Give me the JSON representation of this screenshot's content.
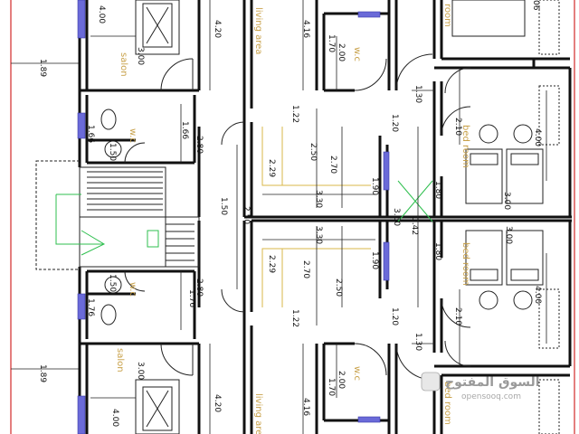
{
  "rooms": {
    "living_top": "living area",
    "living_bottom": "living area",
    "salon_top": "salon",
    "salon_bottom": "salon",
    "wc_top_left": "w.c",
    "wc_bottom_left": "w.c",
    "wc_top_mid": "w.c",
    "wc_bottom_mid": "w.c",
    "room_top": "room",
    "bedroom_mid_upper": "bed room",
    "bedroom_mid_lower": "bed room",
    "bedroom_bottom": "bed room"
  },
  "dimensions": {
    "d189_top": "1.89",
    "d189_bottom": "1.89",
    "d400_tl": "4.00",
    "d400_bl": "4.00",
    "d300_tl": "3.00",
    "d300_bl": "3.00",
    "d420_top": "4.20",
    "d420_bottom": "4.20",
    "d416_top": "4.16",
    "d416_bottom": "4.16",
    "d170": "1.70",
    "d200_top": "2.00",
    "d200_bottom": "2.00",
    "d170_bottom": "1.70",
    "d150_wc_top": "1.50",
    "d150_wc_bottom": "1.50",
    "d166": "1.66",
    "d166_b": "1.66",
    "d176": "1.76",
    "d176_b": "1.76",
    "d280_top": "2.80",
    "d280_bottom": "2.80",
    "d122_top": "1.22",
    "d122_bottom": "1.22",
    "d250_top": "2.50",
    "d250_bottom": "2.50",
    "d270_top": "2.70",
    "d270_bottom": "2.70",
    "d229_top": "2.29",
    "d229_bottom": "2.29",
    "d330_top": "3.30",
    "d330_bottom": "3.30",
    "d190_top": "1.90",
    "d190_bottom": "1.90",
    "d150_mid": "1.50",
    "d250_mid": "2.50",
    "d360": "3.60",
    "d142": "1.42",
    "d180_top": "1.80",
    "d180_bottom": "1.80",
    "d130_top": "1.30",
    "d130_bottom": "1.30",
    "d120_top": "1.20",
    "d120_bottom": "1.20",
    "d210_top": "2.10",
    "d210_bottom": "2.10",
    "d400_tr": "4.00",
    "d400_br": "4.00",
    "d300_r_top": "3.00",
    "d300_r_bottom": "3.00",
    "d06": "06"
  },
  "watermark": {
    "arabic": "السوق المفتوح",
    "latin": "opensooq.com"
  },
  "colors": {
    "wall": "#111111",
    "window": "#6a6ad8",
    "room_label": "#c8a14a",
    "boundary": "#d12a2a",
    "stair_arrow": "#2fbf4f"
  }
}
